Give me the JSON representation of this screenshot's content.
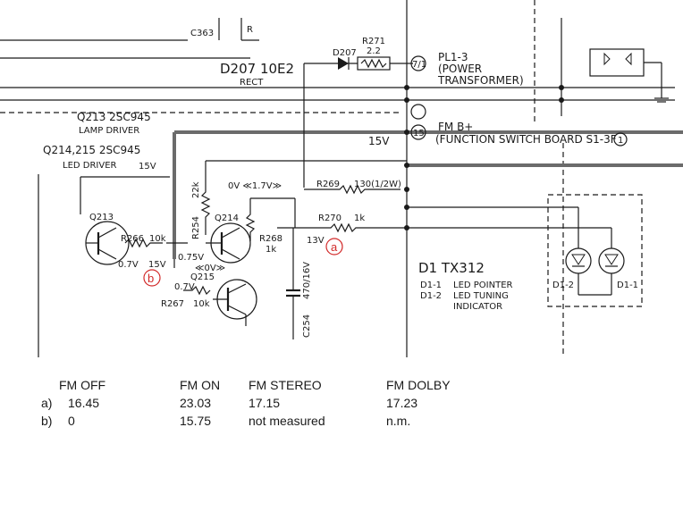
{
  "schematic": {
    "refs": {
      "c363": "C363",
      "r_top": "R",
      "r271": "R271",
      "r271_val": "2.2",
      "d207": "D207",
      "d207_name": "D207 10E2",
      "rect": "RECT",
      "pl1_3": "PL1-3",
      "power": "(POWER",
      "transformer": "TRANSFORMER)",
      "pl1_badge": "7/1",
      "fm_b": "FM B+",
      "fm_badge": "15",
      "function_switch": "(FUNCTION SWITCH BOARD S1-3F",
      "function_switch_num": "1",
      "q213_title": "Q213 2SC945",
      "lamp_driver": "LAMP DRIVER",
      "q214_title": "Q214,215 2SC945",
      "led_driver": "LED DRIVER",
      "v15_a": "15V",
      "v15_b": "15V",
      "v15_c": "15V",
      "ov_17v": "0V ≪1.7V≫",
      "r269": "R269",
      "r269_val": "130(1/2W)",
      "r22k": "22k",
      "r254": "R254",
      "q214": "Q214",
      "q213": "Q213",
      "r266": "R266",
      "r266_val": "10k",
      "r270": "R270",
      "r270_val": "1k",
      "r268": "R268",
      "r268_val": "1k",
      "v13": "13V",
      "v07_a": "0.7V",
      "v075": "0.75V",
      "v0_dbl": "≪0V≫",
      "q215": "Q215",
      "v07_b": "0.7V",
      "r267": "R267",
      "r267_val": "10k",
      "c254": "C254",
      "c254_val": "470/16V",
      "d1_title": "D1 TX312",
      "d1_1_ref": "D1-1",
      "d1_1_desc": "LED POINTER",
      "d1_2_ref": "D1-2",
      "d1_2_desc": "LED TUNING",
      "d1_indicator": "INDICATOR",
      "d1_2": "D1-2",
      "d1_1": "D1-1",
      "marker_a": "a",
      "marker_b": "b"
    }
  },
  "table": {
    "headers": [
      "FM OFF",
      "FM ON",
      "FM STEREO",
      "FM DOLBY"
    ],
    "rows": [
      {
        "label": "a)",
        "values": [
          "16.45",
          "23.03",
          "17.15",
          "17.23"
        ]
      },
      {
        "label": "b)",
        "values": [
          "0",
          "15.75",
          "not measured",
          "n.m."
        ]
      }
    ]
  },
  "colors": {
    "ink": "#1a1a1a",
    "marker": "#d22b2b",
    "bus": "#6b6b6b"
  }
}
